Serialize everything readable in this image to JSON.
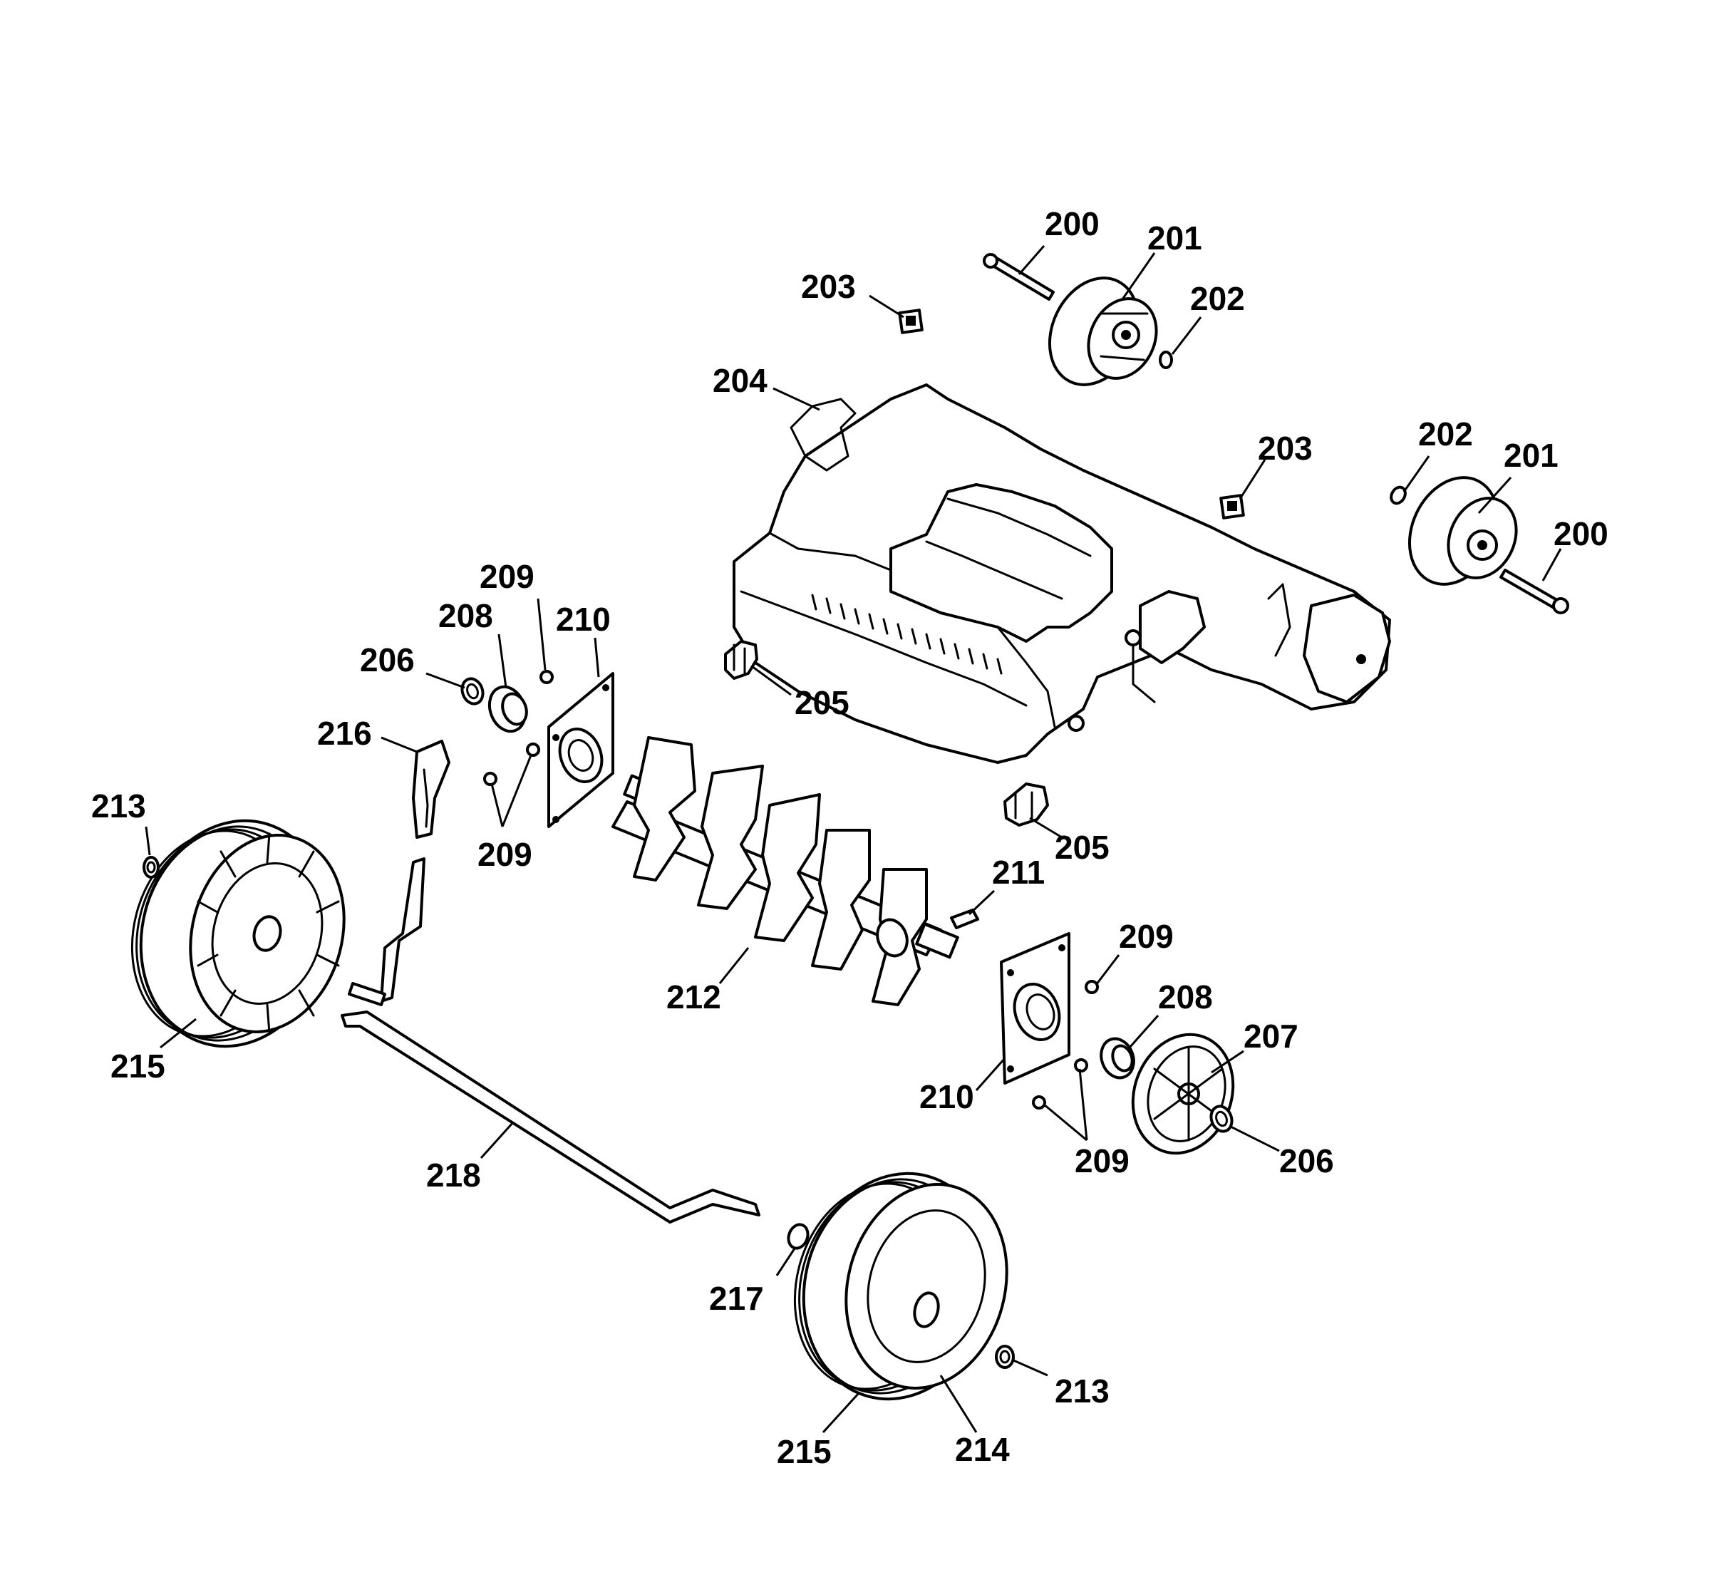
{
  "labels": {
    "l200a": "200",
    "l201a": "201",
    "l202a": "202",
    "l203a": "203",
    "l204": "204",
    "l203b": "203",
    "l202b": "202",
    "l201b": "201",
    "l200b": "200",
    "l209a": "209",
    "l208a": "208",
    "l210a": "210",
    "l206a": "206",
    "l216": "216",
    "l205a": "205",
    "l213a": "213",
    "l209b": "209",
    "l205b": "205",
    "l211": "211",
    "l209c": "209",
    "l212": "212",
    "l208b": "208",
    "l215a": "215",
    "l207": "207",
    "l210b": "210",
    "l209d": "209",
    "l206b": "206",
    "l218": "218",
    "l217": "217",
    "l213b": "213",
    "l215b": "215",
    "l214": "214"
  },
  "colors": {
    "line": "#000000",
    "background": "#ffffff"
  }
}
